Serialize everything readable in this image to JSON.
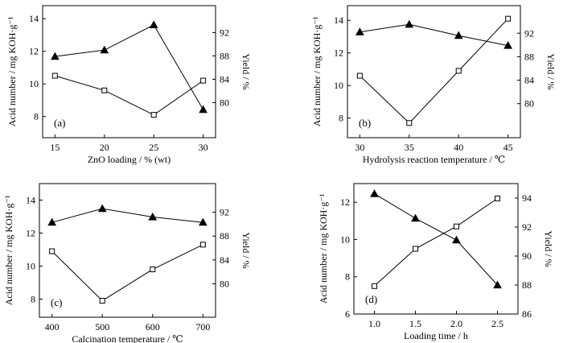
{
  "chart_data": [
    {
      "type": "line",
      "panel_label": "(a)",
      "xlabel": "ZnO  loading / % (wt)",
      "ylabel": "Acid number / mg KOH·g⁻¹",
      "y2label": "Yield / %",
      "x": [
        15,
        20,
        25,
        30
      ],
      "xticks": [
        15,
        20,
        25,
        30
      ],
      "xlim": [
        13.75,
        31.25
      ],
      "ylim": [
        6.7,
        14.8
      ],
      "yticks": [
        8,
        10,
        12,
        14
      ],
      "y2lim": [
        74.0,
        96.6
      ],
      "y2ticks": [
        80,
        84,
        88,
        92
      ],
      "series": [
        {
          "axis": "left",
          "marker": "open-square",
          "values": [
            10.5,
            9.6,
            8.1,
            10.2
          ]
        },
        {
          "axis": "right",
          "marker": "filled-triangle",
          "values": [
            87.9,
            89.0,
            93.3,
            78.8
          ]
        }
      ]
    },
    {
      "type": "line",
      "panel_label": "(b)",
      "xlabel": "Hydrolysis reaction temperature / ℃",
      "ylabel": "Acid number / mg KOH·g⁻¹",
      "y2label": "Yield / %",
      "x": [
        30,
        35,
        40,
        45
      ],
      "xticks": [
        30,
        35,
        40,
        45
      ],
      "xlim": [
        28.75,
        46.25
      ],
      "ylim": [
        6.8,
        14.9
      ],
      "yticks": [
        8,
        10,
        12,
        14
      ],
      "y2lim": [
        74.2,
        96.7
      ],
      "y2ticks": [
        80,
        84,
        88,
        92
      ],
      "series": [
        {
          "axis": "left",
          "marker": "open-square",
          "values": [
            10.6,
            7.7,
            10.9,
            14.1
          ]
        },
        {
          "axis": "right",
          "marker": "filled-triangle",
          "values": [
            92.2,
            93.5,
            91.6,
            89.9
          ]
        }
      ]
    },
    {
      "type": "line",
      "panel_label": "(c)",
      "xlabel": "Calcination temperature / ℃",
      "ylabel": "Acid number / mg KOH·g⁻¹",
      "y2label": "Yield / %",
      "x": [
        400,
        500,
        600,
        700
      ],
      "xticks": [
        400,
        500,
        600,
        700
      ],
      "xlim": [
        375,
        725
      ],
      "ylim": [
        6.9,
        15.0
      ],
      "yticks": [
        8,
        10,
        12,
        14
      ],
      "y2lim": [
        74.4,
        96.8
      ],
      "y2ticks": [
        80,
        84,
        88,
        92
      ],
      "series": [
        {
          "axis": "left",
          "marker": "open-square",
          "values": [
            10.9,
            7.9,
            9.8,
            11.3
          ]
        },
        {
          "axis": "right",
          "marker": "filled-triangle",
          "values": [
            90.3,
            92.6,
            91.2,
            90.3
          ]
        }
      ]
    },
    {
      "type": "line",
      "panel_label": "(d)",
      "xlabel": "Loading  time / h",
      "ylabel": "Acid number / mg KOH·g⁻¹",
      "y2label": "Yield / %",
      "x": [
        1.0,
        1.5,
        2.0,
        2.5
      ],
      "xticks": [
        1.0,
        1.5,
        2.0,
        2.5
      ],
      "xtick_labels": [
        "1.0",
        "1.5",
        "2.0",
        "2.5"
      ],
      "xlim": [
        0.75,
        2.75
      ],
      "ylim": [
        6.0,
        13.0
      ],
      "yticks": [
        6,
        8,
        10,
        12
      ],
      "y2lim": [
        86.0,
        95.0
      ],
      "y2ticks": [
        86,
        88,
        90,
        92,
        94
      ],
      "series": [
        {
          "axis": "left",
          "marker": "open-square",
          "values": [
            7.5,
            9.5,
            10.7,
            12.2
          ]
        },
        {
          "axis": "right",
          "marker": "filled-triangle",
          "values": [
            94.3,
            92.6,
            91.1,
            88.0
          ]
        }
      ]
    }
  ]
}
